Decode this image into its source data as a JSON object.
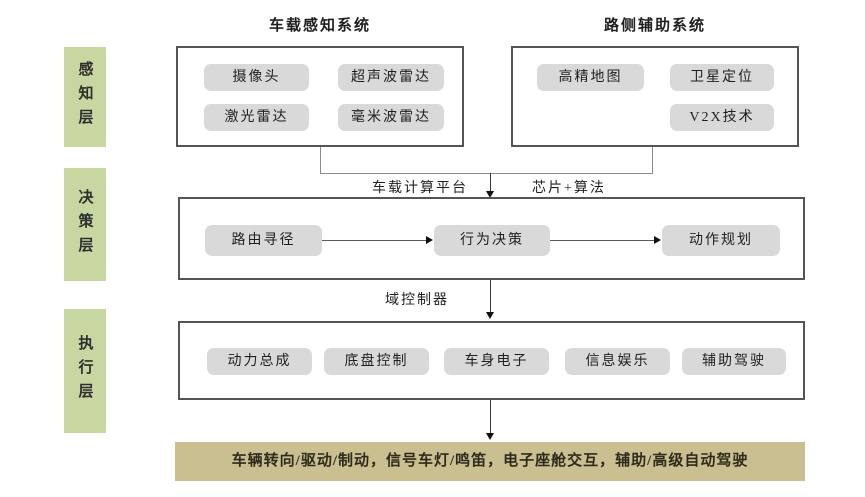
{
  "titles": {
    "vehicle_perception": "车载感知系统",
    "roadside_assist": "路侧辅助系统"
  },
  "layers": [
    {
      "label": "感知层"
    },
    {
      "label": "决策层"
    },
    {
      "label": "执行层"
    }
  ],
  "perception": {
    "vehicle_items": [
      "摄像头",
      "超声波雷达",
      "激光雷达",
      "毫米波雷达"
    ],
    "roadside_items": [
      "高精地图",
      "卫星定位",
      "V2X技术"
    ]
  },
  "compute": {
    "platform_label": "车载计算平台",
    "chip_label": "芯片+算法"
  },
  "decision": {
    "items": [
      "路由寻径",
      "行为决策",
      "动作规划"
    ]
  },
  "domain_controller": {
    "label": "域控制器"
  },
  "execution": {
    "items": [
      "动力总成",
      "底盘控制",
      "车身电子",
      "信息娱乐",
      "辅助驾驶"
    ]
  },
  "output_bar": {
    "text": "车辆转向/驱动/制动，信号车灯/鸣笛，电子座舱交互，辅助/高级自动驾驶"
  },
  "colors": {
    "layer_green": "#c8d7a1",
    "chip_grey": "#d9d9d9",
    "frame_border": "#555555",
    "connector_grey": "#8a8a8a",
    "output_olive": "#c9bf90"
  }
}
